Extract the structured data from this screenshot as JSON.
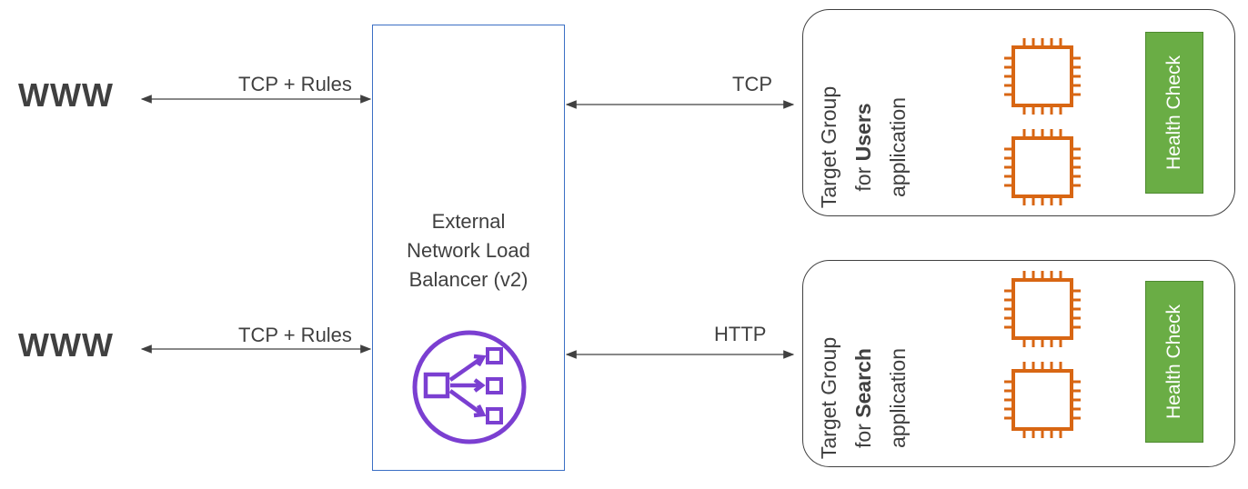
{
  "left": {
    "www_top": "WWW",
    "www_bottom": "WWW",
    "edge_top": "TCP + Rules",
    "edge_bottom": "TCP + Rules"
  },
  "load_balancer": {
    "line1": "External",
    "line2": "Network Load",
    "line3": "Balancer (v2)",
    "icon": "network-load-balancer-icon",
    "border_color": "#3b6fc4",
    "icon_color": "#7b3fd1"
  },
  "right_edges": {
    "top": "TCP",
    "bottom": "HTTP"
  },
  "target_groups": [
    {
      "line1": "Target Group",
      "line2_prefix": "for ",
      "line2_bold": "Users",
      "line3": "application",
      "health_check": "Health Check",
      "instance_icon": "ec2-instance-icon"
    },
    {
      "line1": "Target Group",
      "line2_prefix": "for ",
      "line2_bold": "Search",
      "line3": "application",
      "health_check": "Health Check",
      "instance_icon": "ec2-instance-icon"
    }
  ],
  "colors": {
    "instance": "#d86613",
    "health_check": "#6aad45",
    "text": "#404040"
  }
}
